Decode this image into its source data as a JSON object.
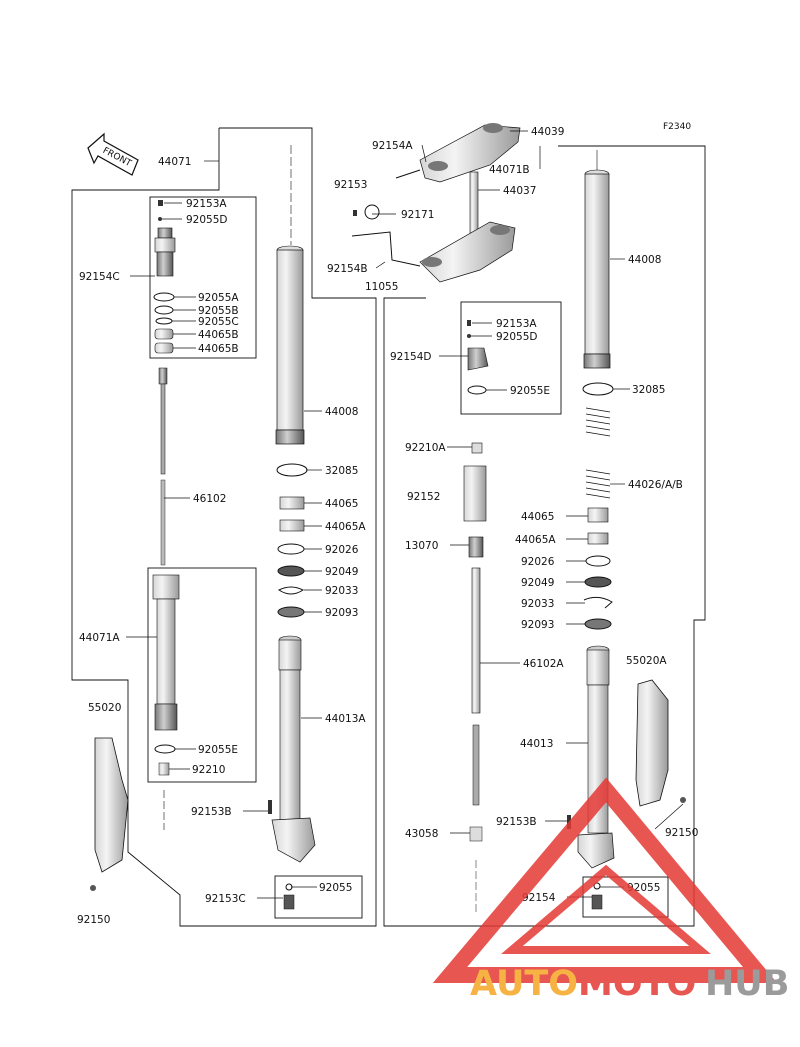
{
  "figure_code": "F2340",
  "front_arrow": "FRONT",
  "watermark": {
    "brand_part1": "AUTO",
    "brand_part2": "MOTO",
    "brand_part3": "HUB",
    "colors": {
      "orange": "#f5a623",
      "red": "#e53935",
      "grey": "#8a8a8a",
      "triangle": "#e53935"
    }
  },
  "line_color": "#111111",
  "callouts": [
    {
      "id": "l44071",
      "text": "44071"
    },
    {
      "id": "l92153A_left",
      "text": "92153A"
    },
    {
      "id": "l92055D_left",
      "text": "92055D"
    },
    {
      "id": "l92154C",
      "text": "92154C"
    },
    {
      "id": "l92055A_left",
      "text": "92055A"
    },
    {
      "id": "l92055B_left",
      "text": "92055B"
    },
    {
      "id": "l92055C_left",
      "text": "92055C"
    },
    {
      "id": "l44065B_1",
      "text": "44065B"
    },
    {
      "id": "l44065B_2",
      "text": "44065B"
    },
    {
      "id": "l46102",
      "text": "46102"
    },
    {
      "id": "l44071A",
      "text": "44071A"
    },
    {
      "id": "l92055E_left",
      "text": "92055E"
    },
    {
      "id": "l92210_left",
      "text": "92210"
    },
    {
      "id": "l55020",
      "text": "55020"
    },
    {
      "id": "l92150_left",
      "text": "92150"
    },
    {
      "id": "l92153B_left",
      "text": "92153B"
    },
    {
      "id": "l92153C",
      "text": "92153C"
    },
    {
      "id": "l92055_left",
      "text": "92055"
    },
    {
      "id": "l44008_left",
      "text": "44008"
    },
    {
      "id": "l32085_left",
      "text": "32085"
    },
    {
      "id": "l44065_left",
      "text": "44065"
    },
    {
      "id": "l44065A_left",
      "text": "44065A"
    },
    {
      "id": "l92026_left",
      "text": "92026"
    },
    {
      "id": "l92049_left",
      "text": "92049"
    },
    {
      "id": "l92033_left",
      "text": "92033"
    },
    {
      "id": "l92093_left",
      "text": "92093"
    },
    {
      "id": "l44013A",
      "text": "44013A"
    },
    {
      "id": "l92154A",
      "text": "92154A"
    },
    {
      "id": "l44039",
      "text": "44039"
    },
    {
      "id": "l44071B",
      "text": "44071B"
    },
    {
      "id": "l92153_top",
      "text": "92153"
    },
    {
      "id": "l44037",
      "text": "44037"
    },
    {
      "id": "l92171",
      "text": "92171"
    },
    {
      "id": "l92154B",
      "text": "92154B"
    },
    {
      "id": "l11055",
      "text": "11055"
    },
    {
      "id": "l92153A_mid",
      "text": "92153A"
    },
    {
      "id": "l92055D_mid",
      "text": "92055D"
    },
    {
      "id": "l92154D",
      "text": "92154D"
    },
    {
      "id": "l92055E_mid",
      "text": "92055E"
    },
    {
      "id": "l92210A",
      "text": "92210A"
    },
    {
      "id": "l92152",
      "text": "92152"
    },
    {
      "id": "l13070",
      "text": "13070"
    },
    {
      "id": "l46102A",
      "text": "46102A"
    },
    {
      "id": "l43058",
      "text": "43058"
    },
    {
      "id": "l44008_right",
      "text": "44008"
    },
    {
      "id": "l32085_right",
      "text": "32085"
    },
    {
      "id": "l44026",
      "text": "44026/A/B"
    },
    {
      "id": "l44065_right",
      "text": "44065"
    },
    {
      "id": "l44065A_right",
      "text": "44065A"
    },
    {
      "id": "l92026_right",
      "text": "92026"
    },
    {
      "id": "l92049_right",
      "text": "92049"
    },
    {
      "id": "l92033_right",
      "text": "92033"
    },
    {
      "id": "l92093_right",
      "text": "92093"
    },
    {
      "id": "l55020A",
      "text": "55020A"
    },
    {
      "id": "l44013",
      "text": "44013"
    },
    {
      "id": "l92153B_right",
      "text": "92153B"
    },
    {
      "id": "l92150_right",
      "text": "92150"
    },
    {
      "id": "l92154",
      "text": "92154"
    },
    {
      "id": "l92055_right",
      "text": "92055"
    }
  ]
}
